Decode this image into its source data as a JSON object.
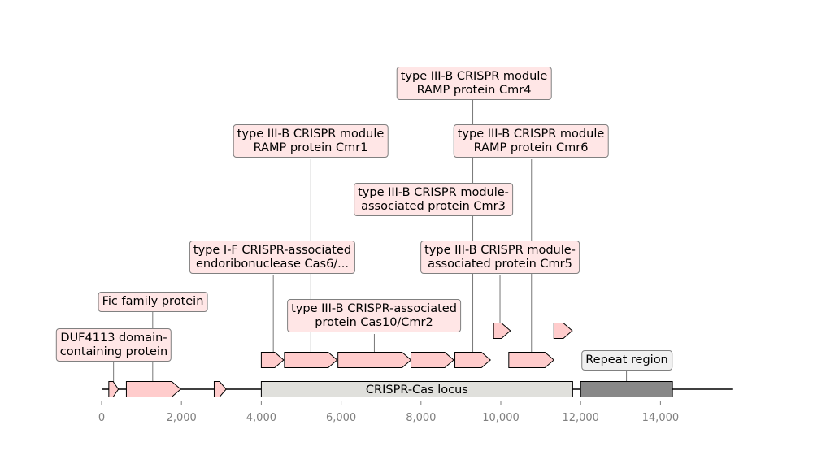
{
  "chart_data": {
    "type": "gene-map",
    "x_range": [
      0,
      15800
    ],
    "x_ticks": [
      "0",
      "2,000",
      "4,000",
      "6,000",
      "8,000",
      "10,000",
      "12,000",
      "14,000"
    ],
    "x_tick_values": [
      0,
      2000,
      4000,
      6000,
      8000,
      10000,
      12000,
      14000
    ],
    "regions": [
      {
        "name": "CRISPR-Cas locus",
        "start": 4000,
        "end": 11800,
        "color": "#e0e0dc"
      },
      {
        "name": "Repeat region",
        "start": 12000,
        "end": 14300,
        "color": "#888888"
      }
    ],
    "genes": [
      {
        "id": "g1",
        "start": 180,
        "end": 420,
        "strand": 1,
        "track": 0,
        "label": "DUF4113 domain-containing protein"
      },
      {
        "id": "g2",
        "start": 620,
        "end": 1980,
        "strand": 1,
        "track": 0,
        "label": "Fic family protein"
      },
      {
        "id": "g3",
        "start": 2820,
        "end": 3120,
        "strand": 1,
        "track": 0,
        "label": ""
      },
      {
        "id": "g4",
        "start": 4000,
        "end": 4560,
        "strand": 1,
        "track": 1,
        "label": "type I-F CRISPR-associated endoribonuclease Cas6/..."
      },
      {
        "id": "g5",
        "start": 4580,
        "end": 5900,
        "strand": 1,
        "track": 1,
        "label": "type III-B CRISPR module RAMP protein Cmr1"
      },
      {
        "id": "g6",
        "start": 5920,
        "end": 7750,
        "strand": 1,
        "track": 1,
        "label": "type III-B CRISPR-associated protein Cas10/Cmr2"
      },
      {
        "id": "g7",
        "start": 7750,
        "end": 8820,
        "strand": 1,
        "track": 1,
        "label": "type III-B CRISPR module-associated protein Cmr3"
      },
      {
        "id": "g8",
        "start": 8850,
        "end": 9740,
        "strand": 1,
        "track": 1,
        "label": "type III-B CRISPR module RAMP protein Cmr4"
      },
      {
        "id": "g9",
        "start": 9820,
        "end": 10240,
        "strand": 1,
        "track": 2,
        "label": "type III-B CRISPR module-associated protein Cmr5"
      },
      {
        "id": "g10",
        "start": 10200,
        "end": 11330,
        "strand": 1,
        "track": 1,
        "label": "type III-B CRISPR module RAMP protein Cmr6"
      },
      {
        "id": "g11",
        "start": 11330,
        "end": 11790,
        "strand": 1,
        "track": 2,
        "label": ""
      }
    ]
  },
  "labels": [
    {
      "lines": [
        "DUF4113 domain-",
        "containing protein"
      ]
    },
    {
      "lines": [
        "Fic family protein"
      ]
    },
    {
      "lines": [
        "type I-F CRISPR-associated",
        "endoribonuclease Cas6/..."
      ]
    },
    {
      "lines": [
        "type III-B CRISPR module",
        "RAMP protein Cmr1"
      ]
    },
    {
      "lines": [
        "type III-B CRISPR-associated",
        "protein Cas10/Cmr2"
      ]
    },
    {
      "lines": [
        "type III-B CRISPR module-",
        "associated protein Cmr3"
      ]
    },
    {
      "lines": [
        "type III-B CRISPR module",
        "RAMP protein Cmr4"
      ]
    },
    {
      "lines": [
        "type III-B CRISPR module-",
        "associated protein Cmr5"
      ]
    },
    {
      "lines": [
        "type III-B CRISPR module",
        "RAMP protein Cmr6"
      ]
    },
    {
      "lines": [
        "Repeat region"
      ]
    }
  ],
  "colors": {
    "gene_fill": "#ffcccc",
    "gene_stroke": "#000000",
    "label_fill": "#ffe6e6",
    "label_border": "#808080",
    "axis_text": "#808080"
  }
}
